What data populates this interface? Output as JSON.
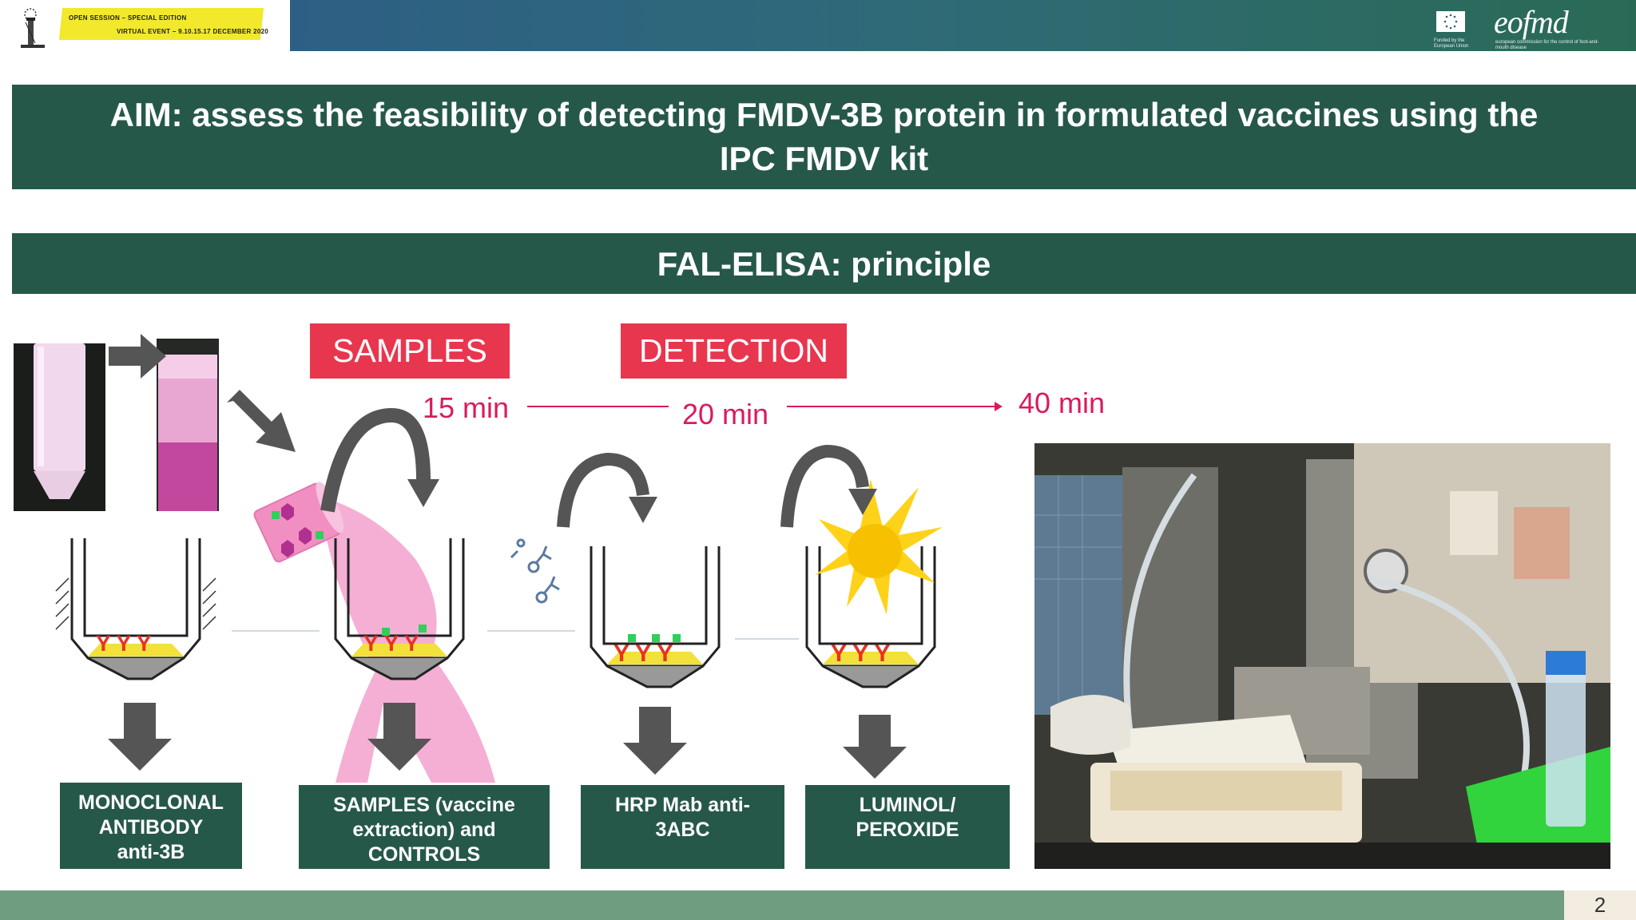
{
  "header": {
    "event_line1": "OPEN SESSION – SPECIAL EDITION",
    "event_line2": "VIRTUAL EVENT – 9.10.15.17 DECEMBER 2020",
    "eu_caption": "Funded by the European Union",
    "brand": "eofmd",
    "brand_caption": "european commission for the control of foot-and-mouth disease"
  },
  "aim": {
    "line1": "AIM: assess the feasibility of detecting FMDV-3B protein in formulated vaccines using the",
    "line2": "IPC FMDV kit"
  },
  "section_title": "FAL-ELISA: principle",
  "labels": {
    "samples": "SAMPLES",
    "detection": "DETECTION"
  },
  "times": {
    "t1": "15 min",
    "t2": "20 min",
    "t3": "40 min"
  },
  "steps": [
    {
      "line1": "MONOCLONAL",
      "line2": "ANTIBODY",
      "line3": "anti-3B"
    },
    {
      "line1": "SAMPLES (vaccine",
      "line2": "extraction)  and",
      "line3": "CONTROLS"
    },
    {
      "line1": "HRP Mab anti-",
      "line2": "3ABC"
    },
    {
      "line1": "LUMINOL/",
      "line2": "PEROXIDE"
    }
  ],
  "page_number": "2",
  "colors": {
    "dark_green": "#26584a",
    "accent_pink": "#e8364f",
    "time_magenta": "#d81b5f",
    "footer_green": "#6f9d80"
  }
}
